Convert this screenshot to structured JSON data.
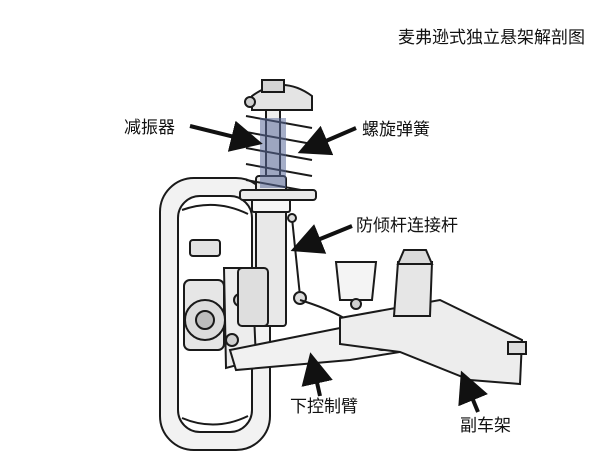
{
  "diagram": {
    "title": "麦弗逊式独立悬架解剖图",
    "labels": {
      "shock_absorber": "减振器",
      "coil_spring": "螺旋弹簧",
      "stabilizer_link": "防倾杆连接杆",
      "lower_control_arm": "下控制臂",
      "subframe": "副车架"
    },
    "colors": {
      "line": "#1a1a1a",
      "metal": "#eeeeee",
      "metal_dark": "#c8c8c8",
      "spring_blue": "#5b6b9a",
      "tire": "#f2f2f2"
    }
  }
}
